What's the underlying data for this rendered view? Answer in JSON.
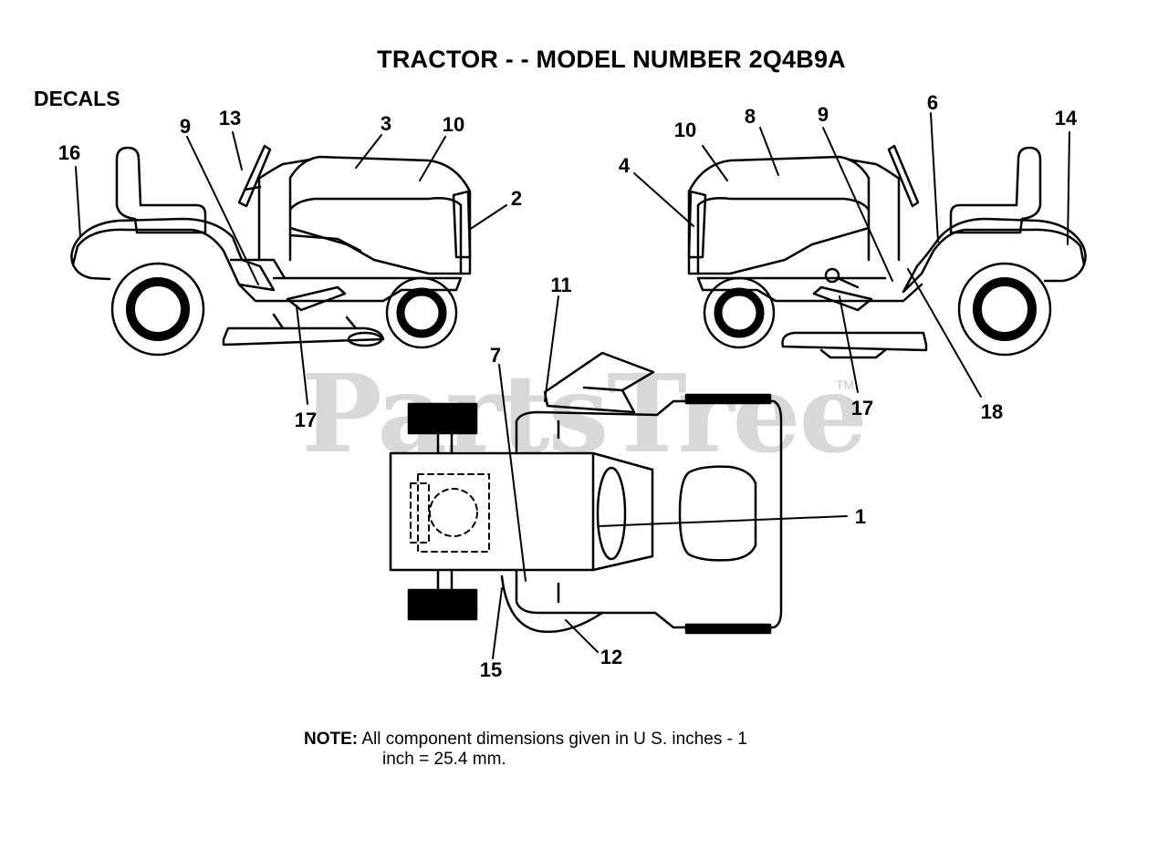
{
  "title": "TRACTOR - - MODEL NUMBER 2Q4B9A",
  "section_label": "DECALS",
  "note": {
    "label": "NOTE:",
    "line1": "All component dimensions given in U S. inches - 1",
    "line2": "inch = 25.4 mm."
  },
  "watermark": {
    "text": "PartsTree",
    "trademark": "TM"
  },
  "callouts": {
    "left_view": [
      "16",
      "9",
      "13",
      "3",
      "10",
      "2",
      "17"
    ],
    "right_view": [
      "4",
      "10",
      "8",
      "9",
      "6",
      "14",
      "17",
      "18"
    ],
    "top_view": [
      "11",
      "7",
      "1",
      "12",
      "15"
    ]
  },
  "colors": {
    "line": "#000000",
    "background": "#ffffff",
    "watermark": "#d8d8d8"
  }
}
